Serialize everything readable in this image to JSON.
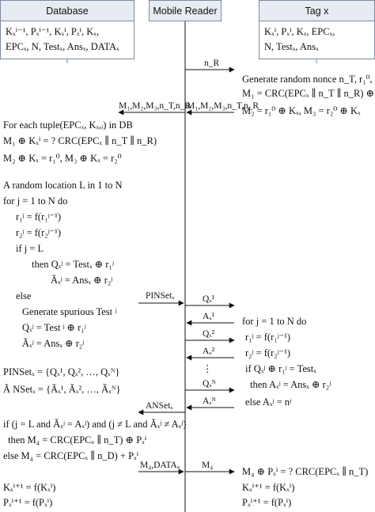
{
  "headers": {
    "database": "Database",
    "reader": "Mobile Reader",
    "tag": "Tag x"
  },
  "db_box": [
    "Kₓⁱ⁻¹, Pₓⁱ⁻¹, Kₓⁱ, Pₓⁱ, Kₓ,",
    "EPCₓ, N, Testₓ, Ansₓ, DATAₓ"
  ],
  "tag_box": [
    "Kₓⁱ, Pₓⁱ, Kₓ, EPCₓ,",
    "N, Testₓ, Ansₓ"
  ],
  "messages": {
    "nR": "n_R",
    "m_to_reader": "M₁,M₂,M₃,n_T,n_R",
    "m_to_db": "M₁,M₂,M₃,n_T,n_R",
    "pinset": "PINSetₓ",
    "q1": "Qₓ¹",
    "a1": "Aₓ¹",
    "q2": "Qₓ²",
    "a2": "Aₓ²",
    "dots": "⋮",
    "qn": "Qₓᴺ",
    "an": "Aₓᴺ",
    "anset": "ANSetₓ",
    "m4_data": "M₄,DATAₓ",
    "m4": "M₄"
  },
  "tag_lines": [
    "Generate random nonce n_T, r₁⁰, r₂⁰",
    "M₁ = CRC(EPCₓ ∥ n_T ∥ n_R) ⊕ Kₓⁱ",
    "M₂ = r₁⁰ ⊕ Kₓ, M₃ = r₂⁰ ⊕ Kₓ"
  ],
  "db_lines": [
    "For each tuple(EPCₓ, Kₓ,ᵢ) in DB",
    "M₁ ⊕ Kₓⁱ = ? CRC(EPCₓ ∥ n_T ∥ n_R)",
    "M₂ ⊕ Kₓ = r₁⁰, M₃ ⊕ Kₓ = r₂⁰",
    "A random location L in 1 to N",
    "for j = 1 to N do",
    "r₁ʲ = f(r₁ʲ⁻¹)",
    "r₂ʲ = f(r₂ʲ⁻¹)",
    "if j = L",
    "then Qₓʲ = Testₓ ⊕ r₁ʲ",
    "Ãₓʲ = Ansₓ ⊕ r₂ʲ",
    "else",
    "Generate spurious Test ʲ",
    "Qₓʲ = Test ʲ ⊕ r₁ʲ",
    "Ãₓʲ = Ansₓ ⊕ r₂ʲ",
    "PINSetₓ = {Qₓ¹, Qₓ², …, Qₓᴺ}",
    "Ã NSetₓ = {Ãₓ¹, Ãₓ², …, Ãₓᴺ}",
    "if (j = L and Ãₓʲ = Aₓʲ) and (j ≠ L and Ãₓʲ ≠ Aₓʲ)",
    "then M₄ = CRC(EPCₓ ∥ n_T) ⊕ Pₓⁱ",
    "else M₄ = CRC(EPCₓ ∥ n_D) + Pₓⁱ",
    "Kₓⁱ⁺¹ = f(Kₓⁱ)",
    "Pₓⁱ⁺¹ = f(Pₓⁱ)"
  ],
  "tag_loop_lines": [
    "for j = 1 to N do",
    "r₁ʲ = f(r₁ʲ⁻¹)",
    "r₂ʲ = f(r₂ʲ⁻¹)",
    "if Qₓʲ ⊕ r₁ʲ = Testₓ",
    "then Aₓʲ = Ansₓ ⊕ r₂ʲ",
    "else Aₓʲ = nʲ"
  ],
  "tag_final_lines": [
    "M₄ ⊕ Pₓⁱ = ? CRC(EPCₓ ∥ n_T)",
    "Kₓⁱ⁺¹ = f(Kₓⁱ)",
    "Pₓⁱ⁺¹ = f(Pₓⁱ)"
  ]
}
